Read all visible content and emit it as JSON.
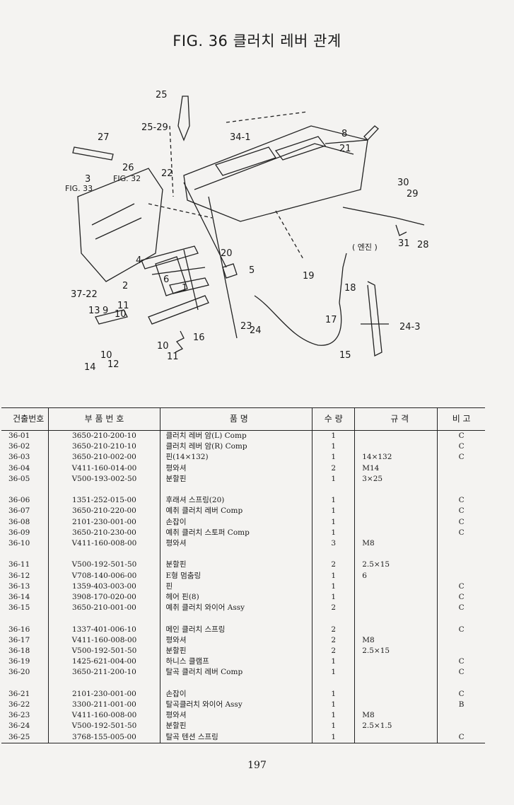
{
  "title": "FIG. 36 클러치 레버 관계",
  "figure": {
    "callouts": [
      "25",
      "25-29",
      "27",
      "34-1",
      "8",
      "21",
      "26",
      "22",
      "3",
      "FIG. 32",
      "FIG. 33",
      "30",
      "29",
      "( 엔진 )",
      "31",
      "28",
      "20",
      "4",
      "5",
      "2",
      "6",
      "1",
      "19",
      "18",
      "37-22",
      "11",
      "13",
      "9",
      "10",
      "17",
      "24-3",
      "23",
      "24",
      "16",
      "10",
      "11",
      "12",
      "14",
      "15",
      "10"
    ]
  },
  "table": {
    "headers": [
      "건출번호",
      "부 품 번 호",
      "품 명",
      "수 량",
      "규 격",
      "비 고"
    ],
    "groups": [
      [
        {
          "no": "36-01",
          "part": "3650-210-200-10",
          "name": "클러치 레버 암(L) Comp",
          "qty": "1",
          "spec": "",
          "note": "C"
        },
        {
          "no": "36-02",
          "part": "3650-210-210-10",
          "name": "클러치 레버 암(R) Comp",
          "qty": "1",
          "spec": "",
          "note": "C"
        },
        {
          "no": "36-03",
          "part": "3650-210-002-00",
          "name": "핀(14×132)",
          "qty": "1",
          "spec": "14×132",
          "note": "C"
        },
        {
          "no": "36-04",
          "part": "V411-160-014-00",
          "name": "평와셔",
          "qty": "2",
          "spec": "M14",
          "note": ""
        },
        {
          "no": "36-05",
          "part": "V500-193-002-50",
          "name": "분할핀",
          "qty": "1",
          "spec": "3×25",
          "note": ""
        }
      ],
      [
        {
          "no": "36-06",
          "part": "1351-252-015-00",
          "name": "후래셔 스프링(20)",
          "qty": "1",
          "spec": "",
          "note": "C"
        },
        {
          "no": "36-07",
          "part": "3650-210-220-00",
          "name": "예취 클러치 레버 Comp",
          "qty": "1",
          "spec": "",
          "note": "C"
        },
        {
          "no": "36-08",
          "part": "2101-230-001-00",
          "name": "손잡이",
          "qty": "1",
          "spec": "",
          "note": "C"
        },
        {
          "no": "36-09",
          "part": "3650-210-230-00",
          "name": "예취 클러치 스토퍼 Comp",
          "qty": "1",
          "spec": "",
          "note": "C"
        },
        {
          "no": "36-10",
          "part": "V411-160-008-00",
          "name": "평와셔",
          "qty": "3",
          "spec": "M8",
          "note": ""
        }
      ],
      [
        {
          "no": "36-11",
          "part": "V500-192-501-50",
          "name": "분할핀",
          "qty": "2",
          "spec": "2.5×15",
          "note": ""
        },
        {
          "no": "36-12",
          "part": "V708-140-006-00",
          "name": "E형 멈춤링",
          "qty": "1",
          "spec": "6",
          "note": ""
        },
        {
          "no": "36-13",
          "part": "1359-403-003-00",
          "name": "핀",
          "qty": "1",
          "spec": "",
          "note": "C"
        },
        {
          "no": "36-14",
          "part": "3908-170-020-00",
          "name": "헤어 핀(8)",
          "qty": "1",
          "spec": "",
          "note": "C"
        },
        {
          "no": "36-15",
          "part": "3650-210-001-00",
          "name": "예취 클러치 와이어 Assy",
          "qty": "2",
          "spec": "",
          "note": "C"
        }
      ],
      [
        {
          "no": "36-16",
          "part": "1337-401-006-10",
          "name": "메인 클러치 스프링",
          "qty": "2",
          "spec": "",
          "note": "C"
        },
        {
          "no": "36-17",
          "part": "V411-160-008-00",
          "name": "평와셔",
          "qty": "2",
          "spec": "M8",
          "note": ""
        },
        {
          "no": "36-18",
          "part": "V500-192-501-50",
          "name": "분할핀",
          "qty": "2",
          "spec": "2.5×15",
          "note": ""
        },
        {
          "no": "36-19",
          "part": "1425-621-004-00",
          "name": "하니스 클램프",
          "qty": "1",
          "spec": "",
          "note": "C"
        },
        {
          "no": "36-20",
          "part": "3650-211-200-10",
          "name": "탈곡 클러치 레버 Comp",
          "qty": "1",
          "spec": "",
          "note": "C"
        }
      ],
      [
        {
          "no": "36-21",
          "part": "2101-230-001-00",
          "name": "손잡이",
          "qty": "1",
          "spec": "",
          "note": "C"
        },
        {
          "no": "36-22",
          "part": "3300-211-001-00",
          "name": "탈곡클러치 와이어 Assy",
          "qty": "1",
          "spec": "",
          "note": "B"
        },
        {
          "no": "36-23",
          "part": "V411-160-008-00",
          "name": "평와셔",
          "qty": "1",
          "spec": "M8",
          "note": ""
        },
        {
          "no": "36-24",
          "part": "V500-192-501-50",
          "name": "분할핀",
          "qty": "1",
          "spec": "2.5×1.5",
          "note": ""
        },
        {
          "no": "36-25",
          "part": "3768-155-005-00",
          "name": "탈곡 텐션 스프링",
          "qty": "1",
          "spec": "",
          "note": "C"
        }
      ]
    ]
  },
  "page_number": "197"
}
